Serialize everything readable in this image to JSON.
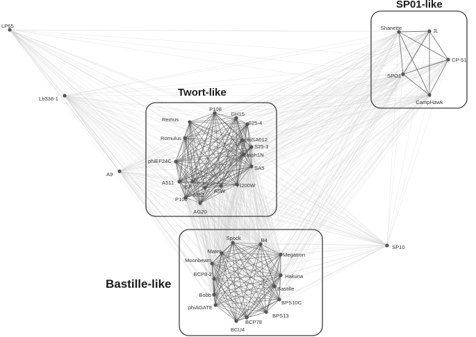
{
  "clusters": {
    "twort": {
      "title": "Twort-like"
    },
    "bastille": {
      "title": "Bastille-like"
    },
    "sp01": {
      "title": "SP01-like"
    }
  },
  "nodes": {
    "twort": [
      "P108",
      "GH15",
      "Remus",
      "S25-4",
      "Romulus",
      "phiSA012",
      "S25-3",
      "Staph1N",
      "phiEF24C",
      "SA5",
      "A511",
      "Fl200W",
      "A5W",
      "676Z",
      "ISP",
      "P100",
      "AG20"
    ],
    "bastille": [
      "Spock",
      "B4",
      "Mater",
      "Megatron",
      "Moonbeam",
      "BCP8-2",
      "Hakuna",
      "Bastille",
      "Bobb",
      "phiAGATE",
      "BPS10C",
      "BPS13",
      "BCP78",
      "BCU4"
    ],
    "sp01": [
      "Shanette",
      "JL",
      "CP-51",
      "SPO1",
      "CampHawk"
    ],
    "singletons": [
      "LP65",
      "Lb338-1",
      "A9",
      "SP10"
    ]
  },
  "colors": {
    "edge_background": "#cfcfcf",
    "edge_cluster": "#4a4a4a",
    "node": "#555555",
    "box_border": "#3a3a3a"
  }
}
